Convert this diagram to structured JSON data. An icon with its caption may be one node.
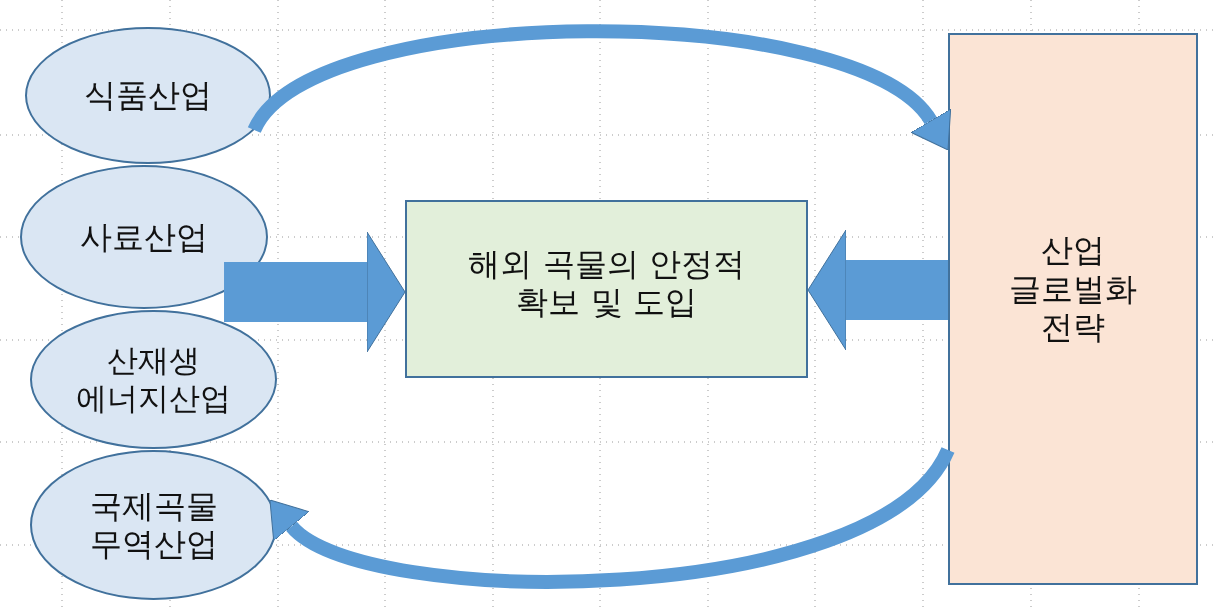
{
  "diagram": {
    "nodes": [
      {
        "text": [
          "식품산업"
        ]
      },
      {
        "text": [
          "사료산업"
        ]
      },
      {
        "text": [
          "산재생 에너지산업"
        ]
      },
      {
        "text": [
          "국제곡물 무역산업"
        ]
      },
      {
        "text": [
          "해외 곡물의 안정적 확보 및 도입"
        ]
      },
      {
        "text": [
          "산업 글로벌화 전략"
        ]
      }
    ],
    "edges": [
      {
        "from": 0,
        "to": 5,
        "arrow": "to"
      },
      {
        "from": 1,
        "to": 4,
        "arrow": "to",
        "style": "thick"
      },
      {
        "from": 5,
        "to": 4,
        "arrow": "to",
        "style": "thick"
      },
      {
        "from": 5,
        "to": 3,
        "arrow": "to"
      }
    ]
  }
}
